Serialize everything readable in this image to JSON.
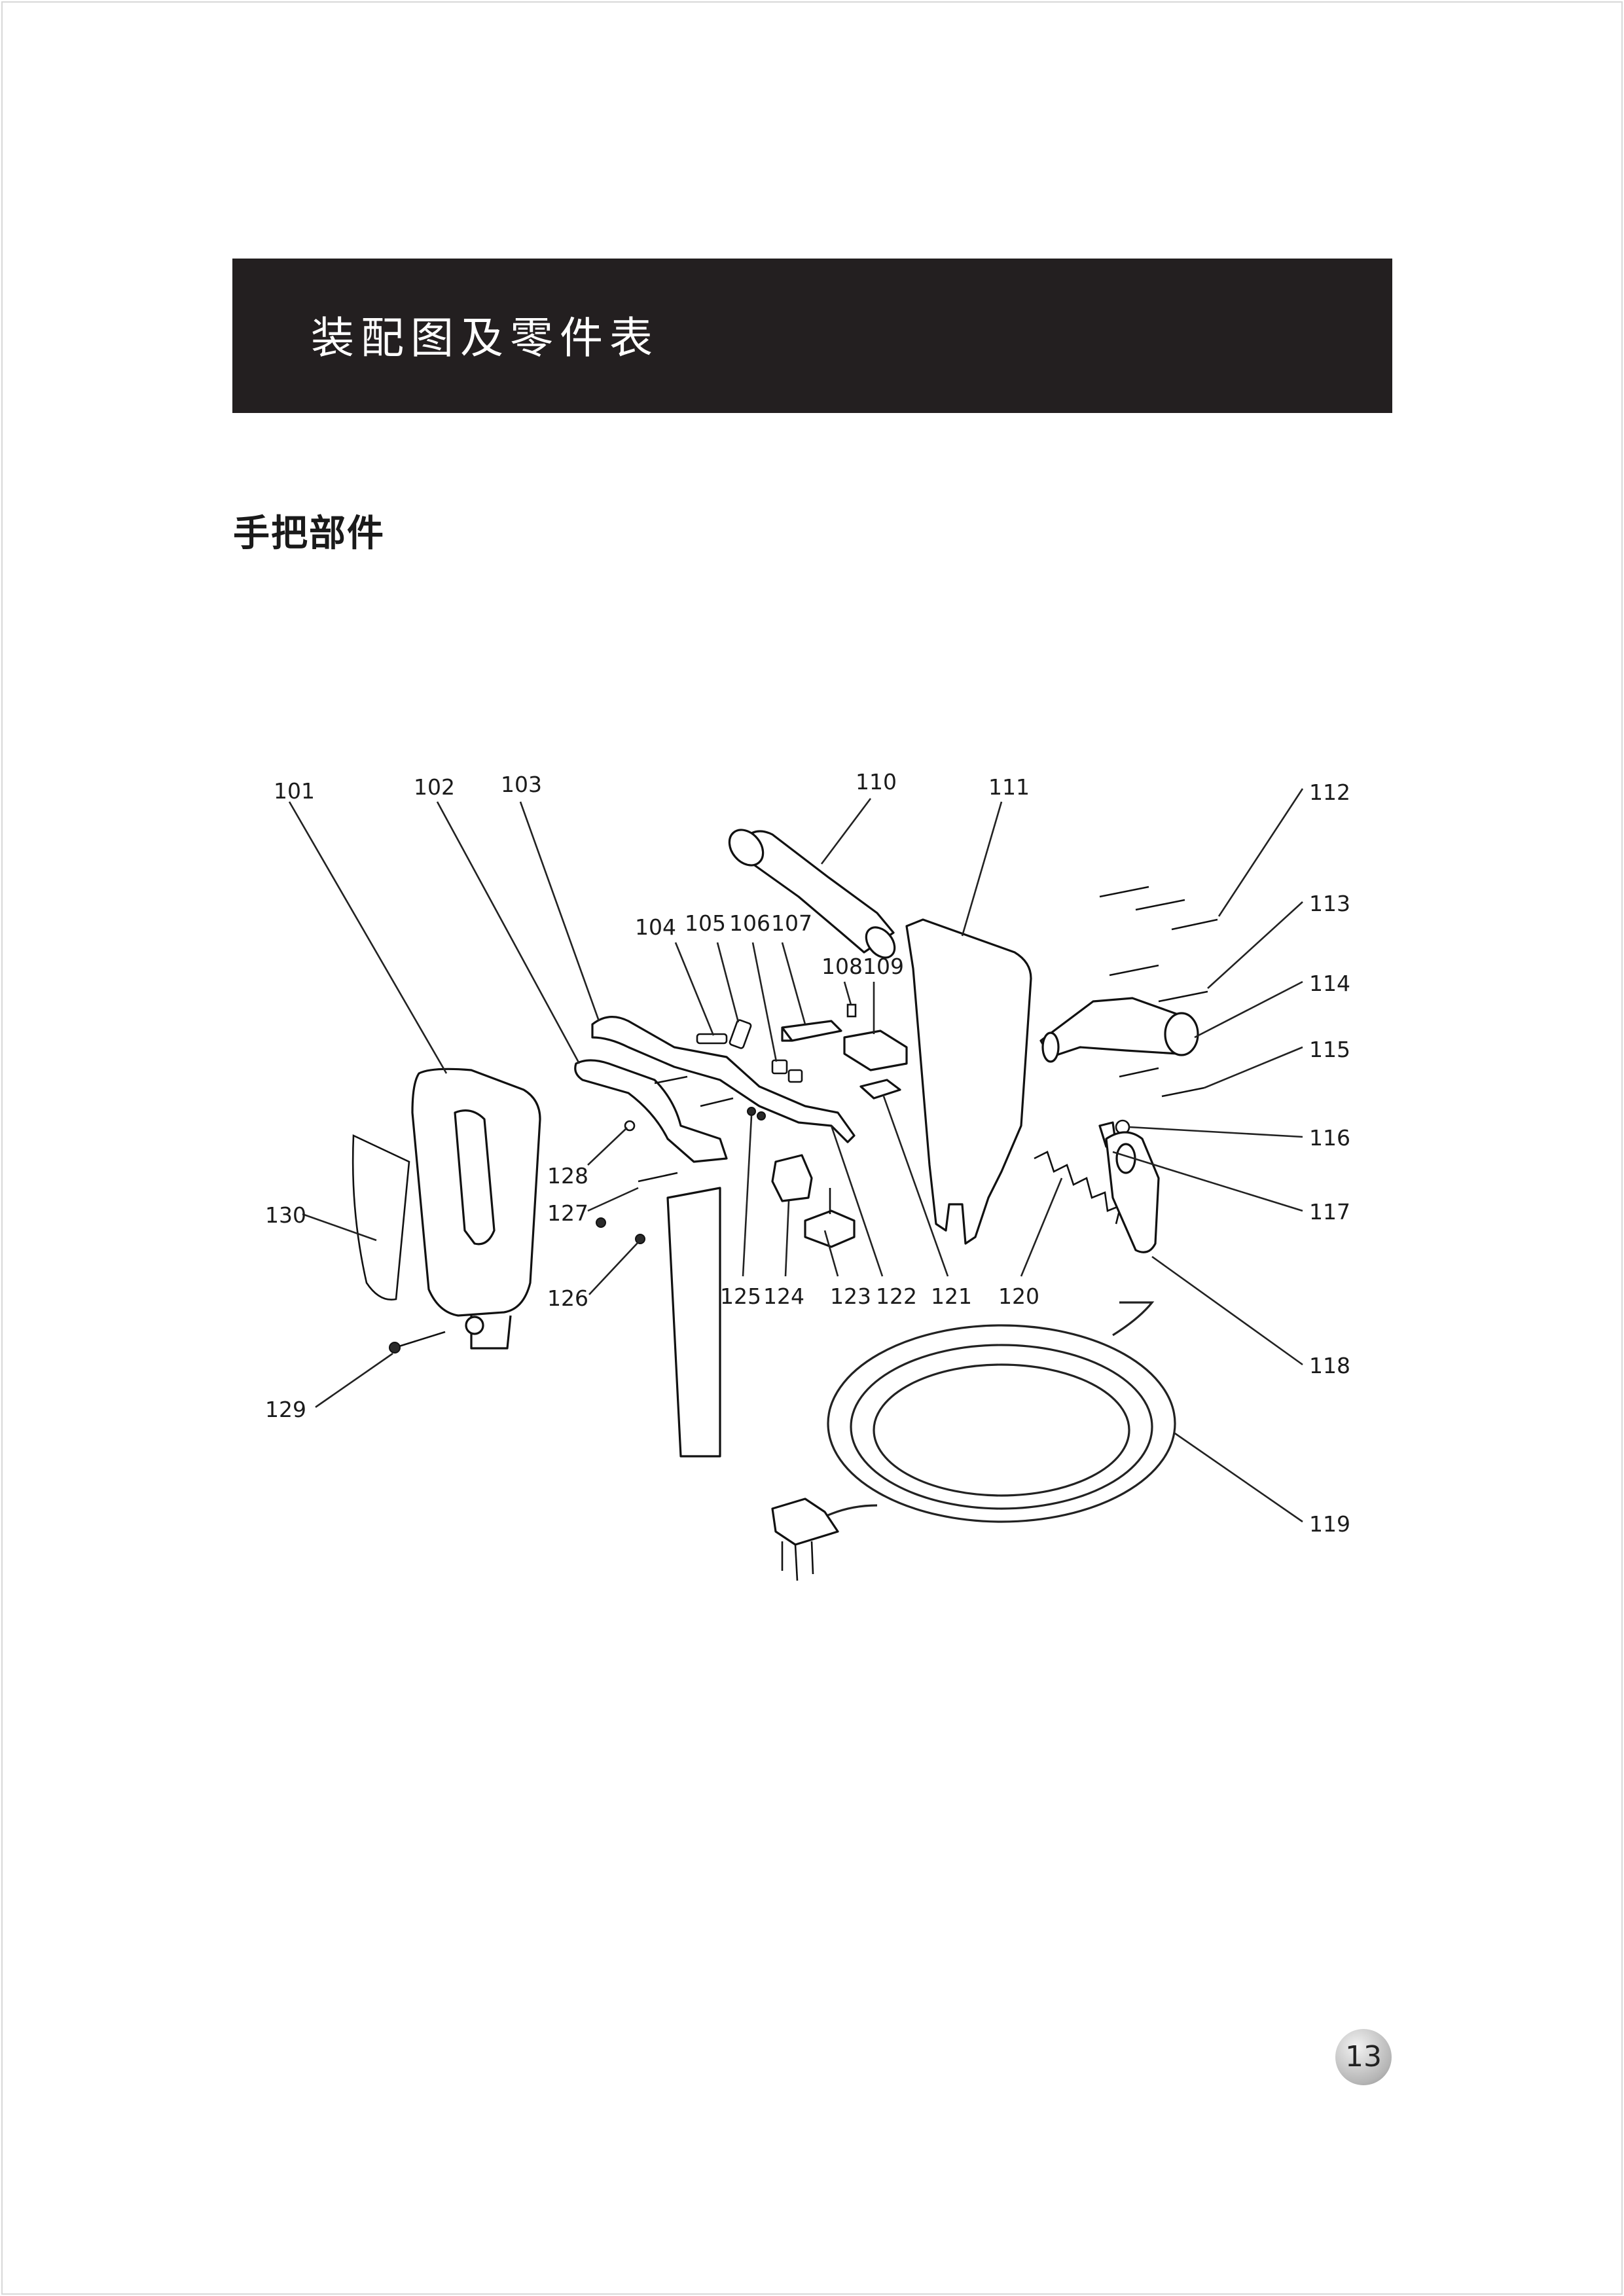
{
  "header": {
    "title": "装配图及零件表"
  },
  "section": {
    "title": "手把部件"
  },
  "diagram": {
    "part_labels": [
      "101",
      "102",
      "103",
      "104",
      "105",
      "106",
      "107",
      "108",
      "109",
      "110",
      "111",
      "112",
      "113",
      "114",
      "115",
      "116",
      "117",
      "118",
      "119",
      "120",
      "121",
      "122",
      "123",
      "124",
      "125",
      "126",
      "127",
      "128",
      "129",
      "130"
    ]
  },
  "footer": {
    "page_number": "13"
  },
  "colors": {
    "banner_bg": "#231f20",
    "banner_text": "#ffffff"
  }
}
